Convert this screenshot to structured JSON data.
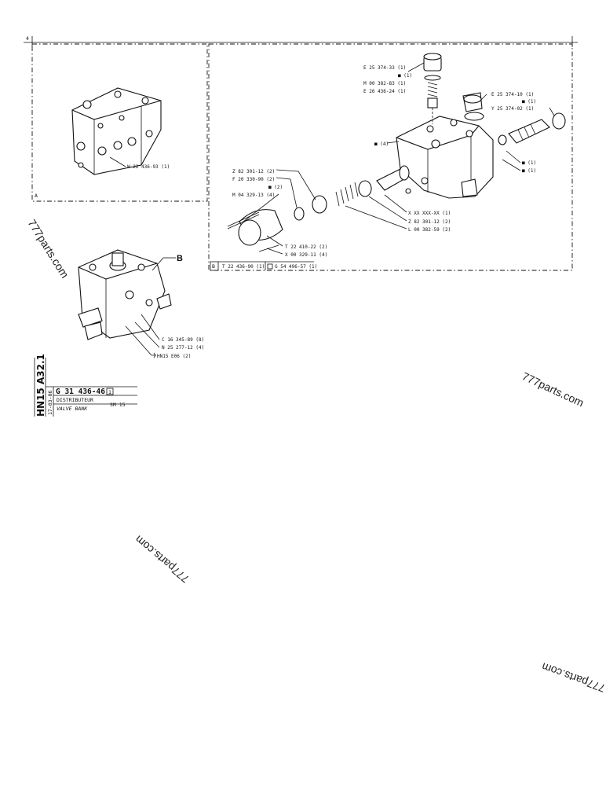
{
  "frame": {
    "corner_mark": "4"
  },
  "panel_a": {
    "letter": "A",
    "parts": [
      {
        "code": "W 22 436-93 (1)"
      }
    ]
  },
  "panel_b": {
    "letter": "B",
    "bottom_left": "T 22 436-90 (1)",
    "bottom_right": "G 54 496-57 (1)",
    "top_parts": [
      "E 25 374-33 (1)",
      "■ (1)",
      "M 00 382-83 (1)",
      "E 26 436-24 (1)"
    ],
    "right_parts": [
      "E 25 374-10 (1)",
      "■ (1)",
      "Y 25 374-02 (1)"
    ],
    "body_marks": [
      "■ (4)",
      "■ (1)",
      "■ (1)"
    ],
    "left_parts": [
      "Z 82 301-12 (2)",
      "F 20 330-90 (2)",
      "■ (2)",
      "M 04 329-13 (4)"
    ],
    "center_parts": [
      "X XX XXX-XX (1)",
      "Z 82 301-12 (2)",
      "L 00 382-59 (2)"
    ],
    "bottom_parts": [
      "T 22 410-22 (2)",
      "X 00 329-11 (4)"
    ]
  },
  "assembly": {
    "pointer_b": "B",
    "parts": [
      "C 16 345-89 (8)",
      "N 25 277-12 (4)",
      "HN15  E06 (2)"
    ]
  },
  "title_block": {
    "sheet_code": "HN15  A32.1",
    "date": "17-03-86",
    "part_number": "G 31 436-46",
    "revision": "1",
    "name_fr": "DISTRIBUTEUR",
    "name_en": "VALVE BANK",
    "model": "SM 15"
  },
  "watermarks": [
    "777parts.com",
    "777parts.com",
    "777parts.com",
    "777parts.com"
  ]
}
